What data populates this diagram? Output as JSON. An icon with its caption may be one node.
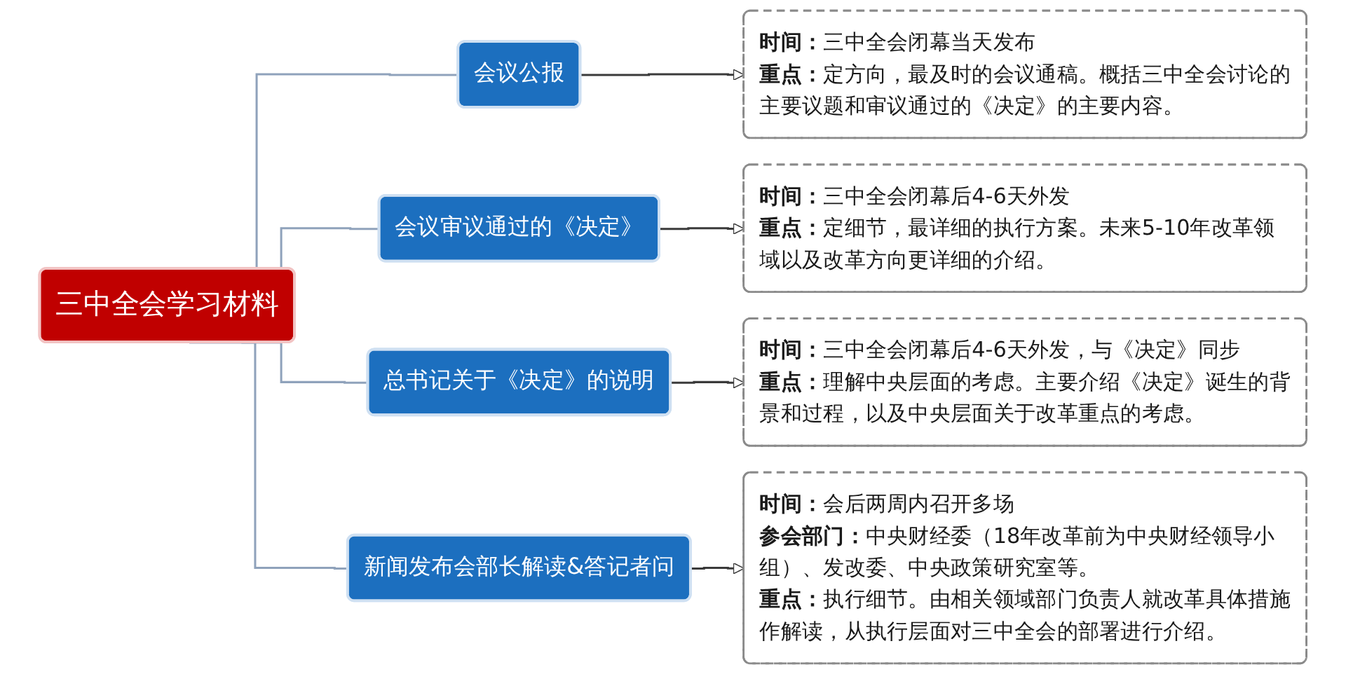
{
  "diagram": {
    "nodes": [
      {
        "text": [
          "三中全会学习材料"
        ]
      },
      {
        "text": [
          "会议公报"
        ]
      },
      {
        "text": [
          "**时间：**三中全会闭幕当天发布",
          "**重点：**定方向，最及时的会议通稿。概括三中全会讨论的主要议题和审议通过的《决定》的主要内容。"
        ]
      },
      {
        "text": [
          "会议审议通过的《决定》"
        ]
      },
      {
        "text": [
          "**时间：**三中全会闭幕后4-6天外发",
          "**重点：**定细节，最详细的执行方案。未来5-10年改革领域以及改革方向更详细的介绍。"
        ]
      },
      {
        "text": [
          "总书记关于《决定》的说明"
        ]
      },
      {
        "text": [
          "**时间：**三中全会闭幕后4-6天外发，与《决定》同步",
          "**重点：**理解中央层面的考虑。主要介绍《决定》诞生的背景和过程，以及中央层面关于改革重点的考虑。"
        ]
      },
      {
        "text": [
          "新闻发布会部长解读&答记者问"
        ]
      },
      {
        "text": [
          "**时间：**会后两周内召开多场",
          "**参会部门：**中央财经委（18年改革前为中央财经领导小组）、发改委、中央政策研究室等。",
          "**重点：**执行细节。由相关领域部门负责人就改革具体措施作解读，从执行层面对三中全会的部署进行介绍。"
        ]
      }
    ],
    "edges": [
      {
        "from": 0,
        "to": 1,
        "arrow": "none",
        "color": "#8fa2bb"
      },
      {
        "from": 0,
        "to": 3,
        "arrow": "none",
        "color": "#8fa2bb"
      },
      {
        "from": 0,
        "to": 5,
        "arrow": "none",
        "color": "#8fa2bb"
      },
      {
        "from": 0,
        "to": 7,
        "arrow": "none",
        "color": "#8fa2bb"
      },
      {
        "from": 1,
        "to": 2,
        "arrow": "to",
        "color": "#3a3a3a"
      },
      {
        "from": 3,
        "to": 4,
        "arrow": "to",
        "color": "#3a3a3a"
      },
      {
        "from": 5,
        "to": 6,
        "arrow": "to",
        "color": "#3a3a3a"
      },
      {
        "from": 7,
        "to": 8,
        "arrow": "to",
        "color": "#3a3a3a"
      }
    ]
  }
}
